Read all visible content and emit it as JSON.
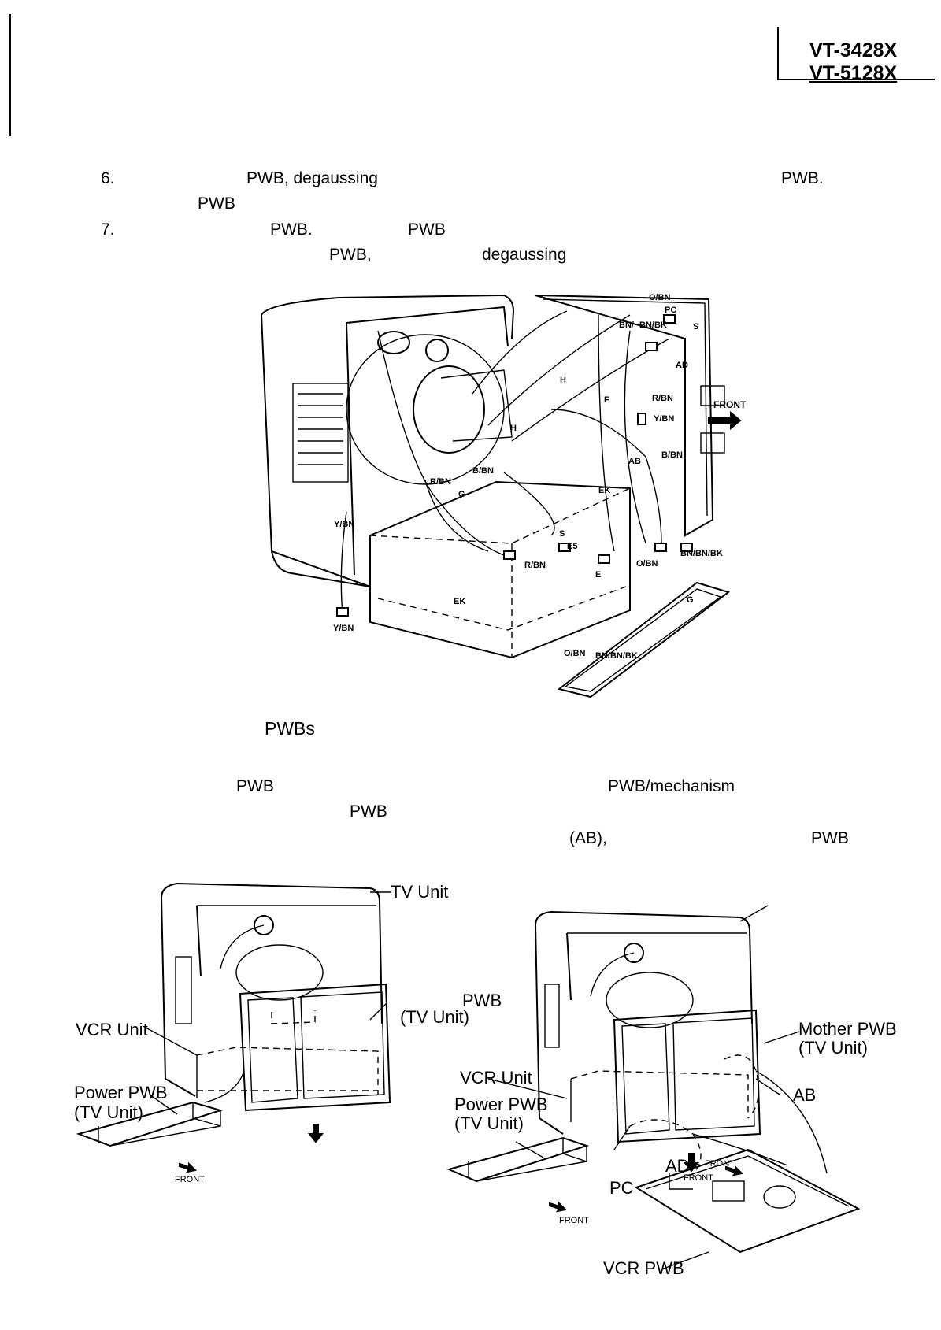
{
  "header": {
    "model_1": "VT-3428X",
    "model_2": "VT-5128X"
  },
  "text_fragments": {
    "step_6_number": "6.",
    "step_6_a": "PWB, degaussing",
    "step_6_b": "PWB.",
    "step_6_c": "PWB",
    "step_7_number": "7.",
    "step_7_a": "PWB.",
    "step_7_b": "PWB",
    "step_7_c": "PWB,",
    "step_7_d": "degaussing",
    "section_pwbs": "PWBs",
    "para_a": "PWB",
    "para_b": "PWB/mechanism",
    "para_c": "PWB",
    "para_d": "(AB),",
    "para_e": "PWB"
  },
  "figure_top": {
    "connectors": [
      "O/BN",
      "PC",
      "BN/",
      "BN/BK",
      "S",
      "AD",
      "H",
      "F",
      "R/BN",
      "Y/BN",
      "B/BN",
      "AB",
      "H",
      "B/BN",
      "R/BN",
      "G",
      "EK",
      "Y/BN",
      "S",
      "E5",
      "R/BN",
      "E",
      "O/BN",
      "BN/BN/BK",
      "EK",
      "Y/BN",
      "O/BN",
      "BN/BN/BK",
      "G"
    ],
    "front_label": "FRONT"
  },
  "figure_left": {
    "tv_unit": "TV Unit",
    "pwb_label": "PWB",
    "pwb_label_2": "(TV Unit)",
    "vcr_unit": "VCR Unit",
    "power_pwb": "Power PWB",
    "power_pwb_2": "(TV Unit)",
    "front": "FRONT"
  },
  "figure_right": {
    "mother_pwb": "Mother PWB",
    "mother_pwb_2": "(TV Unit)",
    "vcr_unit": "VCR Unit",
    "power_pwb": "Power PWB",
    "power_pwb_2": "(TV Unit)",
    "ab": "AB",
    "ad": "AD",
    "front_1": "FRONT",
    "front_2": "FRONT",
    "pc": "PC",
    "vcr_pwb": "VCR PWB"
  }
}
